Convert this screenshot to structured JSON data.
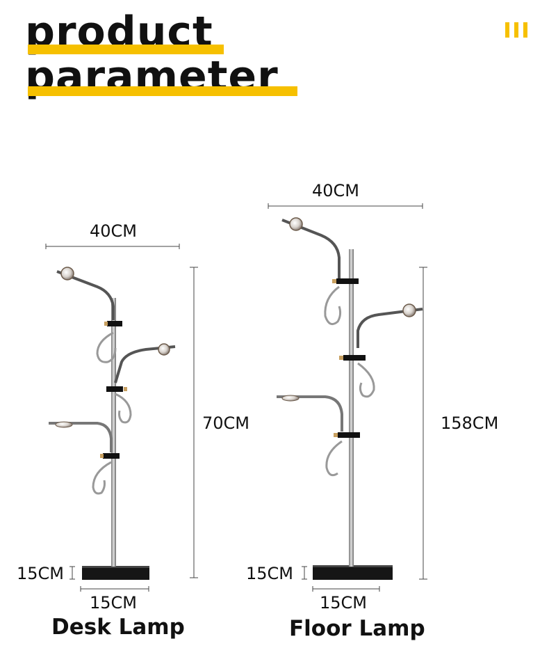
{
  "header": {
    "line1": "product",
    "line2": "parameter"
  },
  "accent_color": "#f6c000",
  "menu_icon": "three-bars-icon",
  "desk_lamp": {
    "name": "Desk Lamp",
    "width": "40CM",
    "height": "70CM",
    "base_height": "15CM",
    "base_width": "15CM"
  },
  "floor_lamp": {
    "name": "Floor Lamp",
    "width": "40CM",
    "height": "158CM",
    "base_height": "15CM",
    "base_width": "15CM"
  }
}
